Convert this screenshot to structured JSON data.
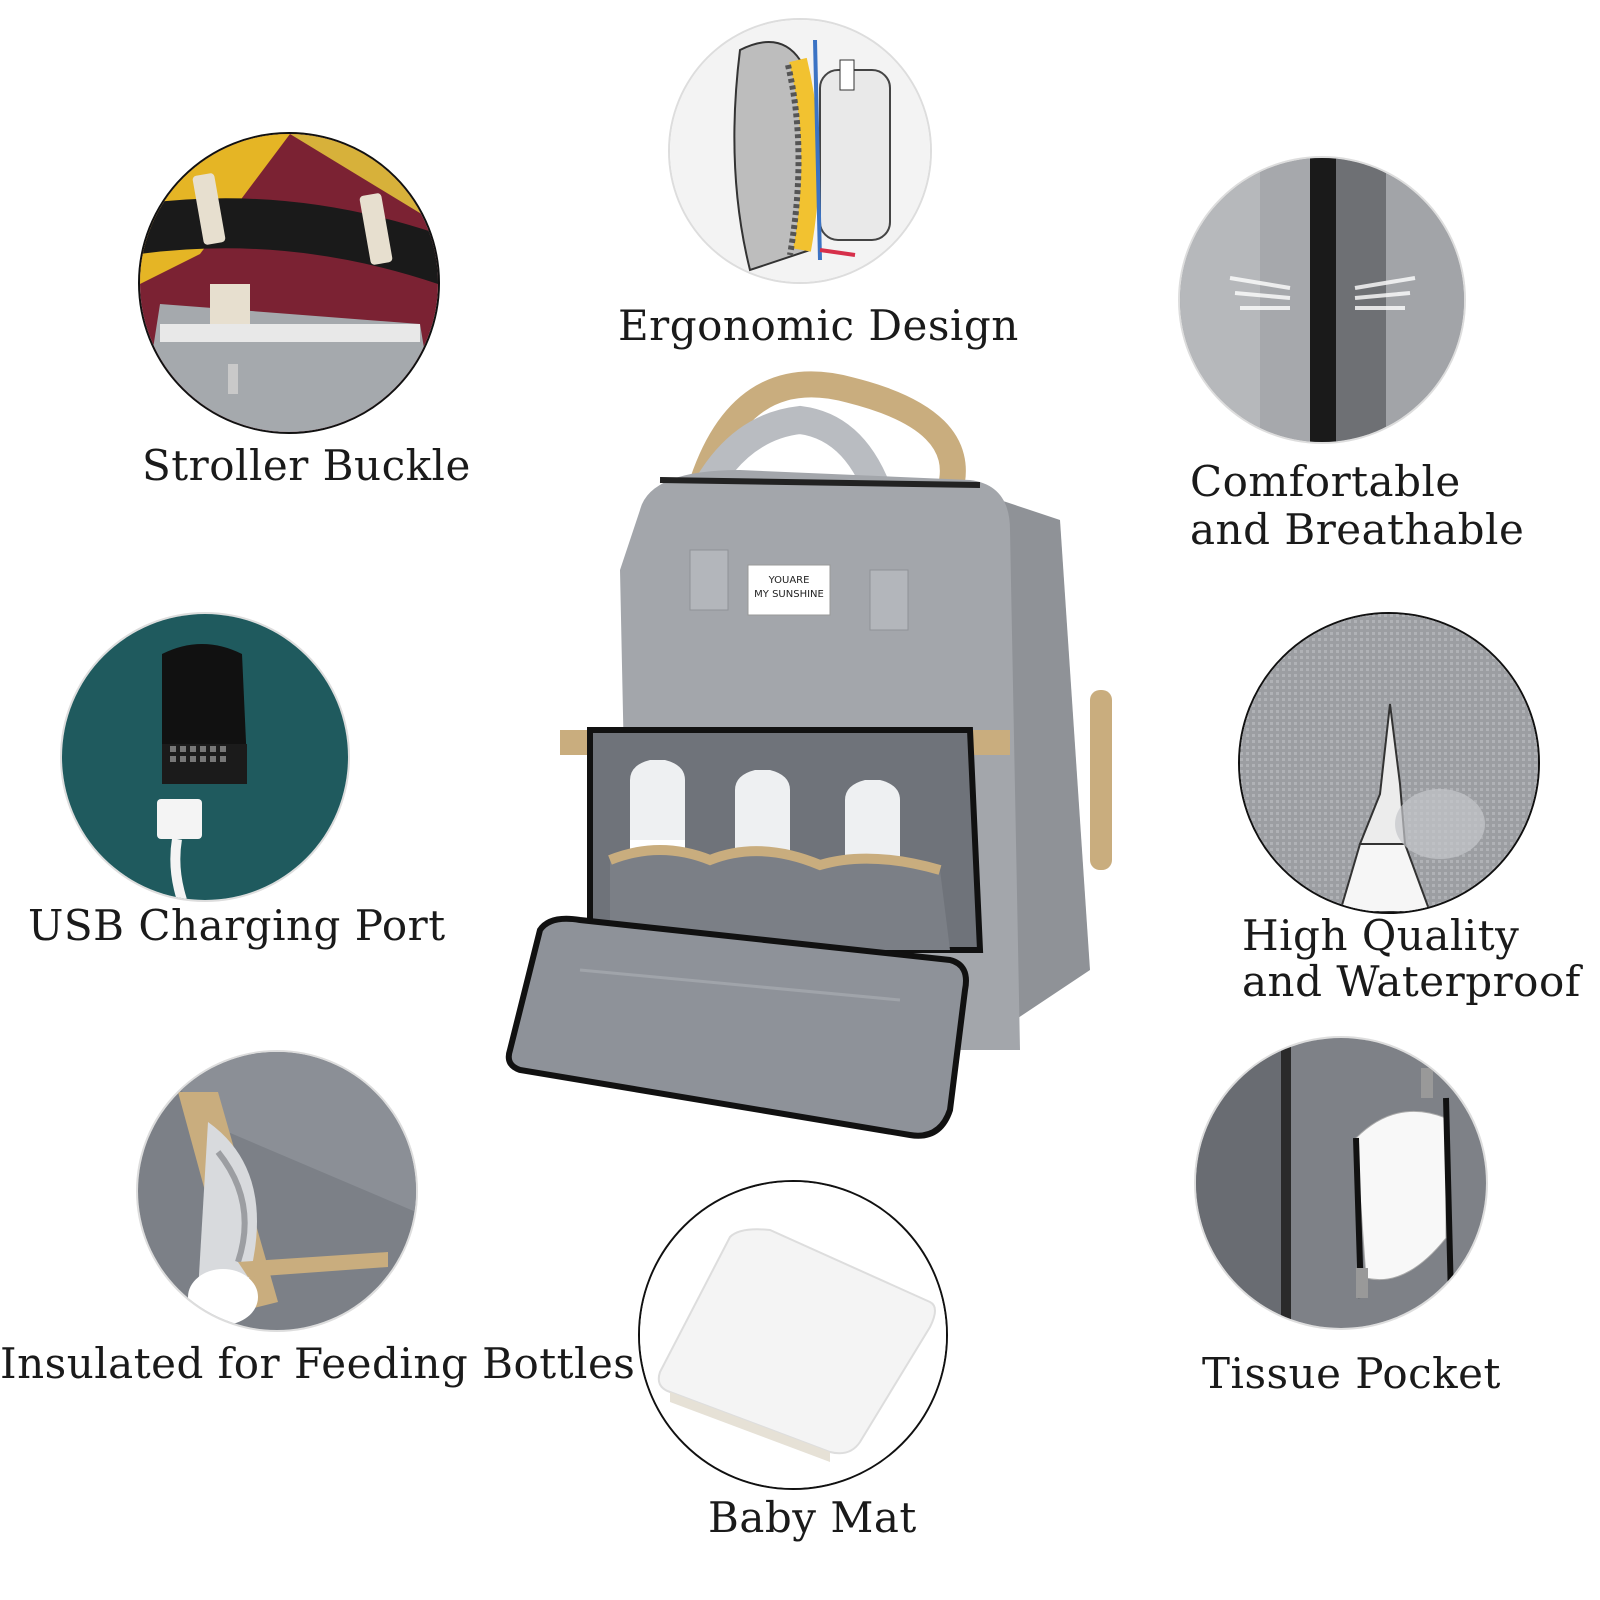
{
  "features": {
    "ergonomic": "Ergonomic Design",
    "stroller": "Stroller Buckle",
    "comfortable_1": "Comfortable",
    "comfortable_2": "and Breathable",
    "usb": "USB Charging Port",
    "quality_1": "High Quality",
    "quality_2": "and Waterproof",
    "insulated": "Insulated for Feeding Bottles",
    "tissue": "Tissue Pocket",
    "mat": "Baby Mat"
  },
  "bag_label": {
    "line1": "YOUARE",
    "line2": "MY SUNSHINE"
  },
  "colors": {
    "bag_gray": "#a3a6ab",
    "lining_gray": "#7b7f86",
    "strap_tan": "#c9ad7e",
    "teal": "#1f5a5e"
  }
}
